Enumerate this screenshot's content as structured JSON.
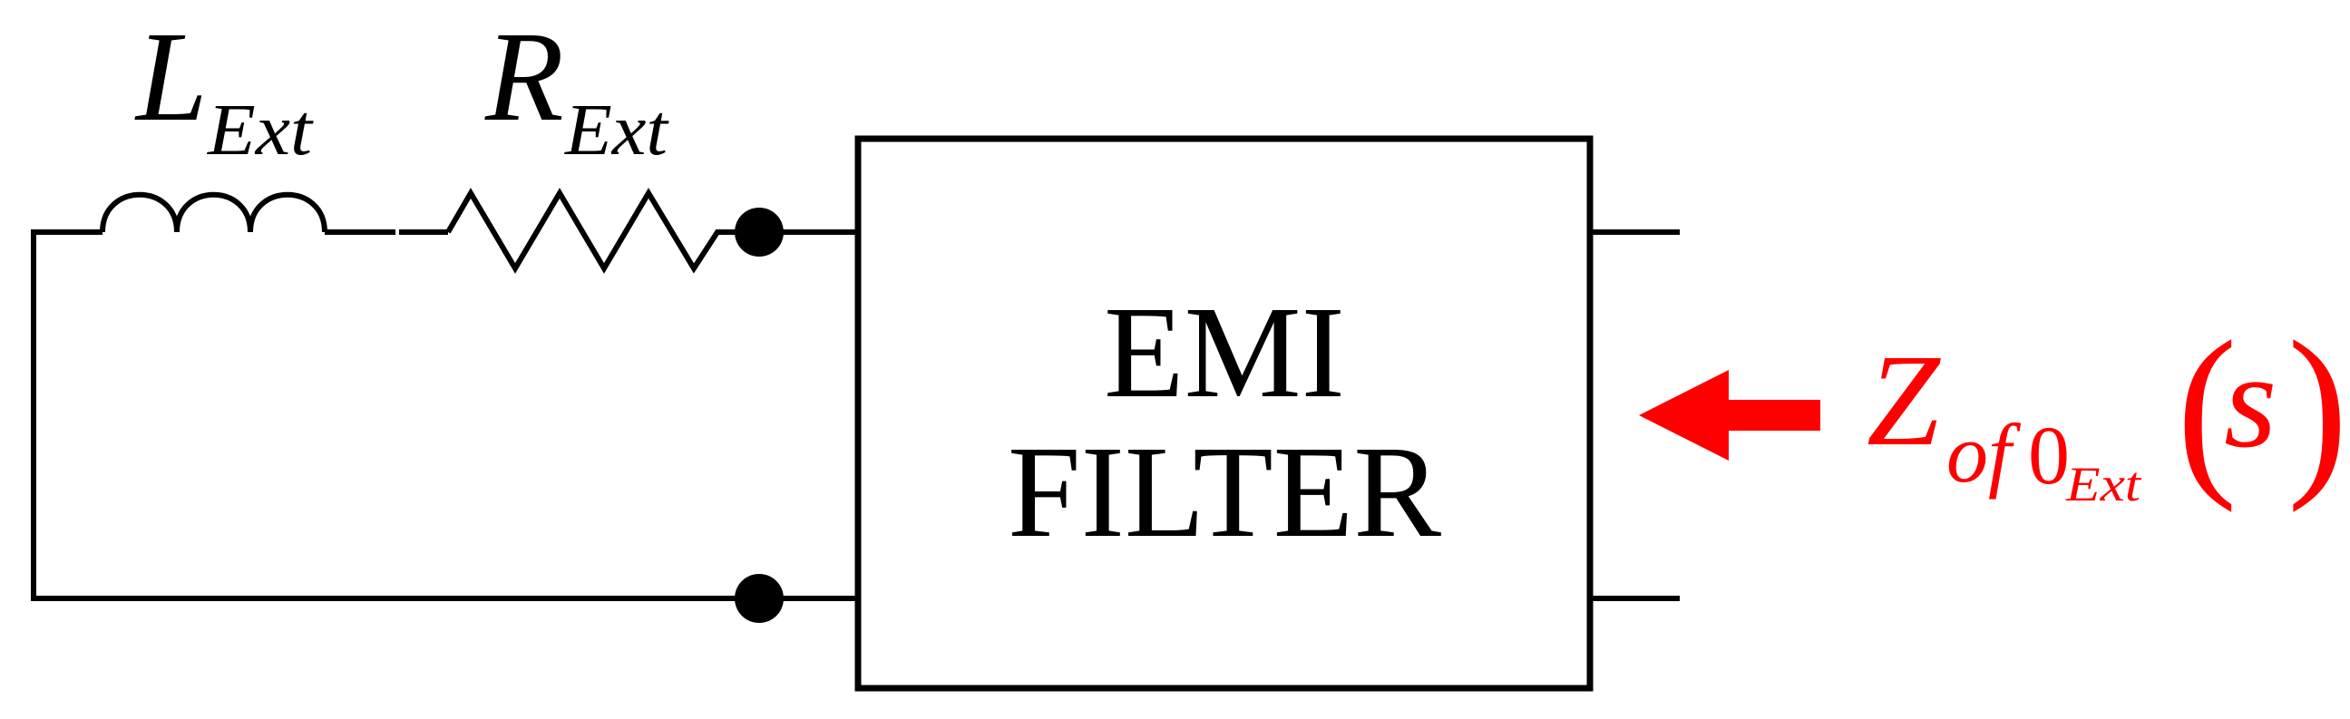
{
  "diagram": {
    "type": "circuit-schematic",
    "colors": {
      "wire": "#000000",
      "annotation": "#FF0000",
      "background": "#FFFFFF"
    },
    "components": {
      "inductor": {
        "symbol": "L",
        "subscript": "Ext",
        "icon": "inductor-coil-icon"
      },
      "resistor": {
        "symbol": "R",
        "subscript": "Ext",
        "icon": "resistor-zigzag-icon"
      },
      "filter_block": {
        "line1": "EMI",
        "line2": "FILTER"
      }
    },
    "terminals": [
      {
        "name": "top-input-node",
        "icon": "node-dot-icon"
      },
      {
        "name": "bottom-input-node",
        "icon": "node-dot-icon"
      }
    ],
    "impedance_label": {
      "arrow_icon": "arrow-left-icon",
      "main": "Z",
      "sub": "of",
      "sub2": "0",
      "subsub": "Ext",
      "open_paren": "(",
      "variable": "s",
      "close_paren": ")"
    }
  }
}
